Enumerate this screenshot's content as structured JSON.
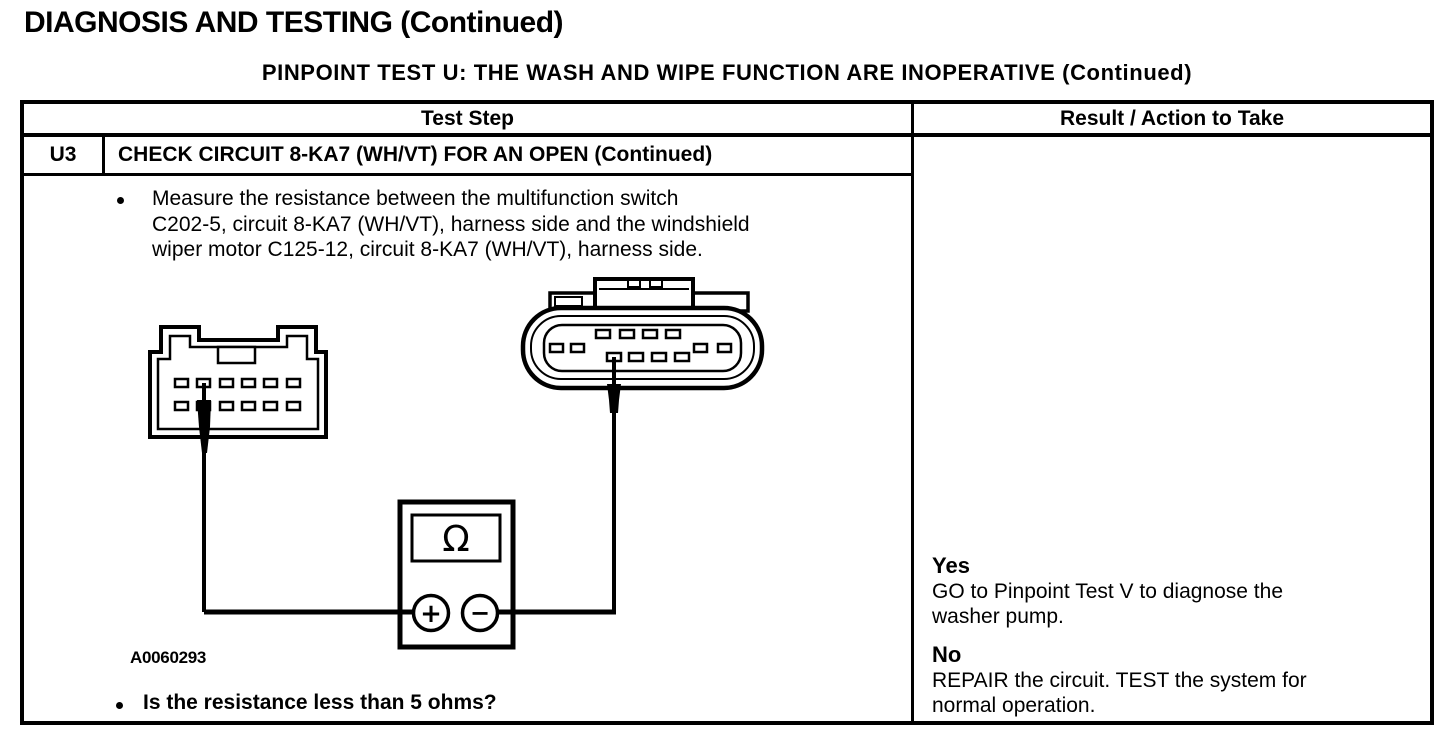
{
  "page": {
    "title": "DIAGNOSIS AND TESTING (Continued)",
    "subtitle": "PINPOINT TEST  U: THE WASH AND WIPE FUNCTION ARE INOPERATIVE (Continued)"
  },
  "table": {
    "headers": {
      "test_step": "Test Step",
      "result": "Result / Action to Take"
    },
    "step": {
      "id": "U3",
      "title": "CHECK CIRCUIT 8-KA7 (WH/VT) FOR AN OPEN (Continued)",
      "instruction": "Measure the resistance between the multifunction switch\nC202-5, circuit 8-KA7 (WH/VT), harness side and the windshield\nwiper motor C125-12, circuit 8-KA7 (WH/VT), harness side.",
      "question": "Is the resistance less than 5 ohms?"
    },
    "results": {
      "yes_label": "Yes",
      "yes_action": "GO to Pinpoint Test V to diagnose the\nwasher pump.",
      "no_label": "No",
      "no_action": "REPAIR the circuit. TEST the system for\nnormal operation."
    }
  },
  "figure": {
    "label": "A0060293",
    "ohm_symbol": "Ω",
    "plus_symbol": "+",
    "minus_symbol": "−"
  },
  "colors": {
    "ink": "#000000",
    "paper": "#ffffff"
  }
}
